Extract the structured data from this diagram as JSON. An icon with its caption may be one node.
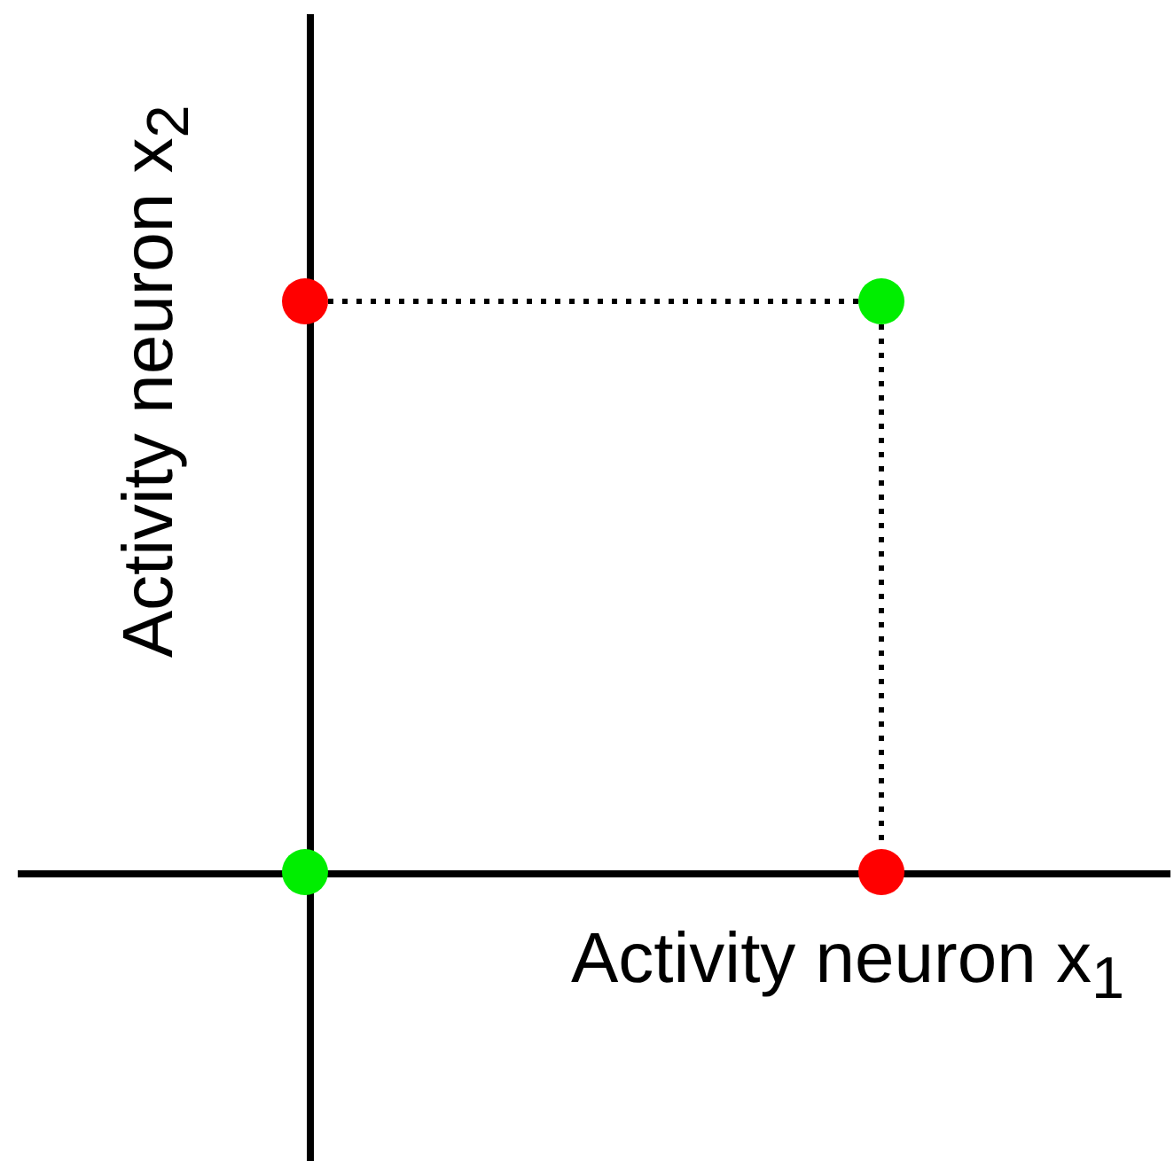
{
  "diagram": {
    "nodes": [
      {
        "text": [],
        "shape": "circle"
      },
      {
        "text": [],
        "shape": "circle"
      },
      {
        "text": [],
        "shape": "circle"
      },
      {
        "text": [],
        "shape": "circle"
      }
    ],
    "edges": [
      {
        "from": 0,
        "to": 1,
        "arrow": "none",
        "style": "dashed"
      },
      {
        "from": 1,
        "to": 3,
        "arrow": "none",
        "style": "dashed"
      }
    ],
    "labels": [
      "Activity neuron x$_{2}$",
      "Activity neuron x$_{1}$"
    ]
  }
}
